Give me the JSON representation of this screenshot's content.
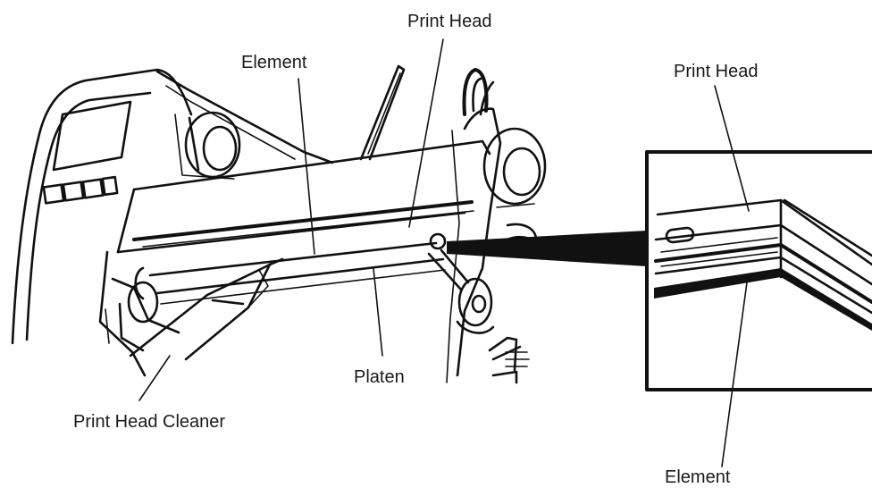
{
  "labels": {
    "print_head_top": "Print Head",
    "element_left": "Element",
    "print_head_right": "Print Head",
    "platen": "Platen",
    "print_head_cleaner": "Print Head Cleaner",
    "element_bottom": "Element"
  },
  "colors": {
    "ink": "#111111",
    "background": "#ffffff"
  }
}
